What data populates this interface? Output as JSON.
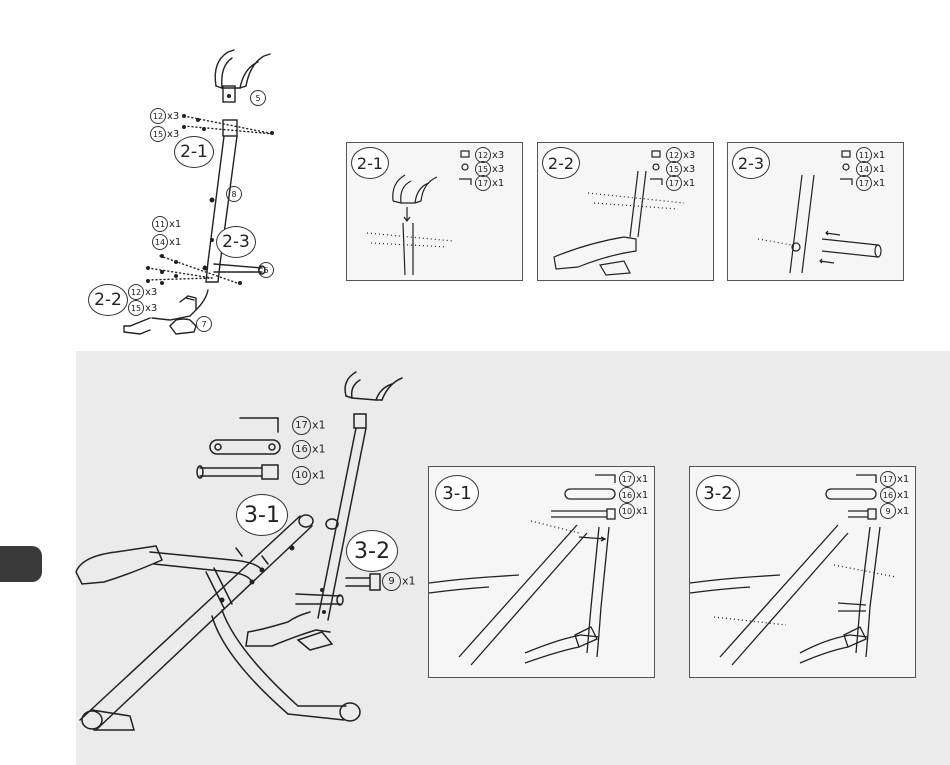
{
  "colors": {
    "line": "#222222",
    "panel_bg": "#f6f6f6",
    "lower_bg": "#ebebeb",
    "tab": "#3a3a3a"
  },
  "top_diagram": {
    "steps": {
      "s21": "2-1",
      "s23": "2-3",
      "s22": "2-2"
    },
    "parts": {
      "p5": "5",
      "p8": "8",
      "p6": "6",
      "p7": "7",
      "p12a": "12",
      "p12a_qty": "x3",
      "p15a": "15",
      "p15a_qty": "x3",
      "p11": "11",
      "p11_qty": "x1",
      "p14": "14",
      "p14_qty": "x1",
      "p12b": "12",
      "p12b_qty": "x3",
      "p15b": "15",
      "p15b_qty": "x3"
    }
  },
  "detail_panels": [
    {
      "step": "2-1",
      "items": [
        {
          "num": "12",
          "qty": "x3"
        },
        {
          "num": "15",
          "qty": "x3"
        },
        {
          "num": "17",
          "qty": "x1"
        }
      ]
    },
    {
      "step": "2-2",
      "items": [
        {
          "num": "12",
          "qty": "x3"
        },
        {
          "num": "15",
          "qty": "x3"
        },
        {
          "num": "17",
          "qty": "x1"
        }
      ]
    },
    {
      "step": "2-3",
      "items": [
        {
          "num": "11",
          "qty": "x1"
        },
        {
          "num": "14",
          "qty": "x1"
        },
        {
          "num": "17",
          "qty": "x1"
        }
      ]
    }
  ],
  "lower_diagram": {
    "steps": {
      "s31": "3-1",
      "s32": "3-2"
    },
    "parts": [
      {
        "num": "17",
        "qty": "x1"
      },
      {
        "num": "16",
        "qty": "x1"
      },
      {
        "num": "10",
        "qty": "x1"
      },
      {
        "num": "9",
        "qty": "x1"
      }
    ]
  },
  "lower_panels": [
    {
      "step": "3-1",
      "items": [
        {
          "num": "17",
          "qty": "x1"
        },
        {
          "num": "16",
          "qty": "x1"
        },
        {
          "num": "10",
          "qty": "x1"
        }
      ]
    },
    {
      "step": "3-2",
      "items": [
        {
          "num": "17",
          "qty": "x1"
        },
        {
          "num": "16",
          "qty": "x1"
        },
        {
          "num": "9",
          "qty": "x1"
        }
      ]
    }
  ]
}
